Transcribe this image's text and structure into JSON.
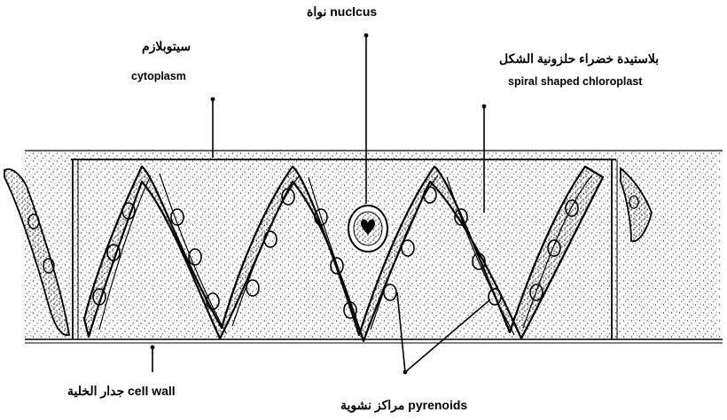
{
  "labels": {
    "nucleus": "نواة nuclcus",
    "cytoplasm_ar": "سيتوبلازم",
    "cytoplasm_en": "cytoplasm",
    "chloroplast_ar": "بلاستيدة خضراء حلزونية الشكل",
    "chloroplast_en": "spiral shaped chloroplast",
    "cell_wall": "جدار الخلية cell wall",
    "pyrenoids": "مراكز نشوية pyrenoids"
  },
  "colors": {
    "ink": "#000000",
    "stipple": "#444444",
    "paper": "#ffffff"
  }
}
